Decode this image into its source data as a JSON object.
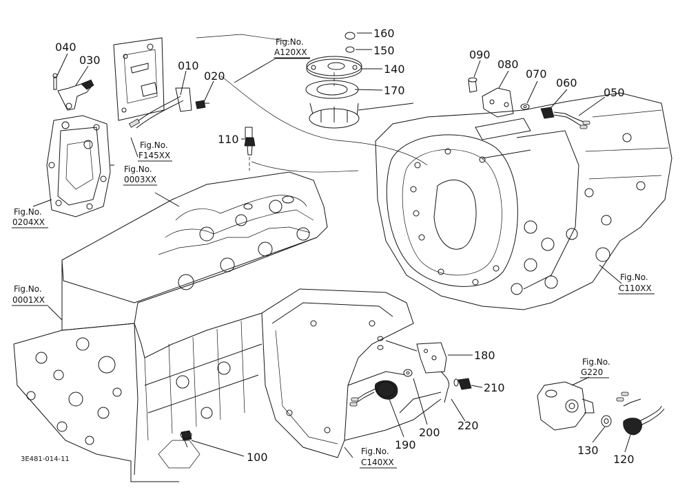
{
  "diagram": {
    "drawing_code": "3E481-014-11",
    "part_numbers": {
      "p010": "010",
      "p020": "020",
      "p030": "030",
      "p040": "040",
      "p050": "050",
      "p060": "060",
      "p070": "070",
      "p080": "080",
      "p090": "090",
      "p100": "100",
      "p110": "110",
      "p120": "120",
      "p130": "130",
      "p140": "140",
      "p150": "150",
      "p160": "160",
      "p170": "170",
      "p180": "180",
      "p190": "190",
      "p200": "200",
      "p210": "210",
      "p220": "220"
    },
    "figure_refs": {
      "a120": {
        "label": "Fig.No.",
        "code": "A120XX"
      },
      "f145": {
        "label": "Fig.No.",
        "code": "F145XX"
      },
      "f0003": {
        "label": "Fig.No.",
        "code": "0003XX"
      },
      "f0204": {
        "label": "Fig.No.",
        "code": "0204XX"
      },
      "f0001": {
        "label": "Fig.No.",
        "code": "0001XX"
      },
      "c110": {
        "label": "Fig.No.",
        "code": "C110XX"
      },
      "c140": {
        "label": "Fig.No.",
        "code": "C140XX"
      },
      "g220": {
        "label": "Fig.No.",
        "code": "G220"
      }
    }
  }
}
